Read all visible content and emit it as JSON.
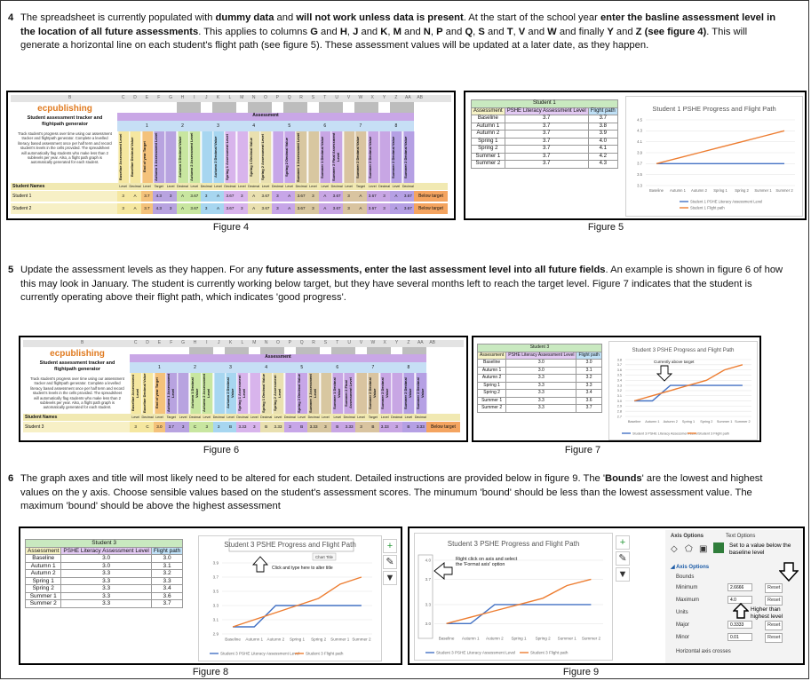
{
  "steps": [
    {
      "num": "4",
      "parts": [
        {
          "t": "The spreadsheet is currently populated with ",
          "b": false
        },
        {
          "t": "dummy data",
          "b": true
        },
        {
          "t": " and ",
          "b": false
        },
        {
          "t": "will not work unless data is present",
          "b": true
        },
        {
          "t": ". At the start of the school year ",
          "b": false
        },
        {
          "t": "enter the basline assessment level in the location of all future assessments",
          "b": true
        },
        {
          "t": ". This applies to columns ",
          "b": false
        },
        {
          "t": "G",
          "b": true
        },
        {
          "t": " and ",
          "b": false
        },
        {
          "t": "H",
          "b": true
        },
        {
          "t": ", ",
          "b": false
        },
        {
          "t": "J",
          "b": true
        },
        {
          "t": " and ",
          "b": false
        },
        {
          "t": "K",
          "b": true
        },
        {
          "t": ", ",
          "b": false
        },
        {
          "t": "M",
          "b": true
        },
        {
          "t": " and ",
          "b": false
        },
        {
          "t": "N",
          "b": true
        },
        {
          "t": ", ",
          "b": false
        },
        {
          "t": "P",
          "b": true
        },
        {
          "t": " and ",
          "b": false
        },
        {
          "t": "Q",
          "b": true
        },
        {
          "t": ", ",
          "b": false
        },
        {
          "t": "S",
          "b": true
        },
        {
          "t": " and ",
          "b": false
        },
        {
          "t": "T",
          "b": true
        },
        {
          "t": ", ",
          "b": false
        },
        {
          "t": "V",
          "b": true
        },
        {
          "t": " and ",
          "b": false
        },
        {
          "t": "W",
          "b": true
        },
        {
          "t": " and finally ",
          "b": false
        },
        {
          "t": "Y",
          "b": true
        },
        {
          "t": " and ",
          "b": false
        },
        {
          "t": "Z",
          "b": true
        },
        {
          "t": " ",
          "b": false
        },
        {
          "t": "(see figure 4)",
          "b": true
        },
        {
          "t": ". This will generate a horizontal line on each student's flight path (see figure 5). These assessment values will be updated at a later date, as they happen.",
          "b": false
        }
      ]
    },
    {
      "num": "5",
      "parts": [
        {
          "t": "Update the assessment levels as they happen. For any ",
          "b": false
        },
        {
          "t": "future assessments, enter the last assessment level into all future fields",
          "b": true
        },
        {
          "t": ". An example is shown in figure 6 of how this may look in January. The student is currently working below target, but they have several months left to reach the target level. Figure 7 indicates that the student is currently operating above their flight path, which indicates 'good progress'.",
          "b": false
        }
      ]
    },
    {
      "num": "6",
      "parts": [
        {
          "t": "The graph axes and title will most likely need to be altered for each student. Detailed instructions are provided below in figure 9. The '",
          "b": false
        },
        {
          "t": "Bounds",
          "b": true
        },
        {
          "t": "'  are the lowest and highest values on the y axis. Choose sensible values based on the student's assessment scores. The minumum 'bound' should be less than the lowest assessment value. The maximum 'bound' should be above the highest assessment",
          "b": false
        }
      ]
    }
  ],
  "captions": {
    "f4": "Figure 4",
    "f5": "Figure 5",
    "f6": "Figure 6",
    "f7": "Figure 7",
    "f8": "Figure 8",
    "f9": "Figure 9"
  },
  "sheet": {
    "col_letters": [
      "B",
      "C",
      "D",
      "E",
      "F",
      "G",
      "H",
      "I",
      "J",
      "K",
      "L",
      "M",
      "N",
      "O",
      "P",
      "Q",
      "R",
      "S",
      "T",
      "U",
      "V",
      "W",
      "X",
      "Y",
      "Z",
      "AA",
      "AB"
    ],
    "brand_a": "ec",
    "brand_b": "publishing",
    "tagline": "Student assessment tracker and flightpath generator",
    "description": "Track student's progress over time using our assessment tracker and flightpath generator. Complete a levelled literacy based assessment once per half term and record student's levels in the cells provided. The spreadsheet will automatically flag students who make less than 2 sublevels per year. Also, a flight path graph is automatically generated for each student.",
    "assessment_label": "Assessment",
    "numbers": [
      "1",
      "2",
      "3",
      "4",
      "5",
      "6",
      "7",
      "8"
    ],
    "vheaders": [
      "Baseline Assessment Level",
      "Baseline Decimal Value",
      "End of year Target",
      "Autumn 1 Assessment Level",
      "Autumn 1 Decimal Value",
      "Autumn 2 Assessment Level",
      "Autumn 2 Decimal Value",
      "Spring 1 Assessment Level",
      "Spring 1 Decimal Value",
      "Spring 2 Assessment Level",
      "Spring 2 Decimal Value",
      "Summer 1 Assessment Level",
      "Summer 1 Decimal Value",
      "Summer 2 Final Assessment Level",
      "Summer 2 Decimal Value"
    ],
    "sub_labels": [
      "Level",
      "Decimal",
      "Level",
      "Target",
      "Level",
      "Decimal",
      "Level",
      "Decimal",
      "Level",
      "Decimal",
      "Level",
      "Decimal",
      "Level",
      "Decimal",
      "Level",
      "Decimal",
      "Level"
    ],
    "student_names": "Student Names",
    "fig4_rows": [
      {
        "name": "Student 1",
        "cells": [
          "3",
          "A",
          "3.7",
          "4.3",
          "3",
          "A",
          "3.67",
          "3",
          "A",
          "3.67",
          "3",
          "A",
          "3.67",
          "3",
          "A",
          "3.67",
          "3",
          "A",
          "3.67",
          "3",
          "A",
          "3.67",
          "3",
          "A",
          "3.67"
        ],
        "status": "Below target"
      },
      {
        "name": "Student 2",
        "cells": [
          "3",
          "A",
          "3.7",
          "4.3",
          "3",
          "A",
          "3.67",
          "3",
          "A",
          "3.67",
          "3",
          "A",
          "3.67",
          "3",
          "A",
          "3.67",
          "3",
          "A",
          "3.67",
          "3",
          "A",
          "3.67",
          "3",
          "A",
          "3.67"
        ],
        "status": "Below target"
      }
    ],
    "fig6_rows": [
      {
        "name": "Student 3",
        "cells": [
          "3",
          "C",
          "3.0",
          "3.7",
          "3",
          "C",
          "3",
          "3",
          "B",
          "3.33",
          "3",
          "B",
          "3.33",
          "3",
          "B",
          "3.33",
          "3",
          "B",
          "3.33",
          "3",
          "B",
          "3.33",
          "3",
          "B",
          "3.33"
        ],
        "status": "Below target"
      }
    ]
  },
  "fig5": {
    "table_title": "Student 1",
    "headers": [
      "Assessment",
      "PSHE Literacy Assessment Level",
      "Flight path"
    ],
    "rows": [
      [
        "Baseline",
        "3.7",
        "3.7"
      ],
      [
        "Autumn 1",
        "3.7",
        "3.8"
      ],
      [
        "Autumn 2",
        "3.7",
        "3.9"
      ],
      [
        "Spring 1",
        "3.7",
        "4.0"
      ],
      [
        "Spring 2",
        "3.7",
        "4.1"
      ],
      [
        "Summer 1",
        "3.7",
        "4.2"
      ],
      [
        "Summer 2",
        "3.7",
        "4.3"
      ]
    ],
    "chart_title": "Student 1 PSHE Progress and Flight Path",
    "legend": [
      "Student 1 PSHE Literacy Assessment Level",
      "Student 1 Flight path"
    ]
  },
  "fig7": {
    "table_title": "Student 3",
    "headers": [
      "Assessment",
      "PSHE Literacy Assessment Level",
      "Flight path"
    ],
    "rows": [
      [
        "Baseline",
        "3.0",
        "3.0"
      ],
      [
        "Autumn 1",
        "3.0",
        "3.1"
      ],
      [
        "Autumn 2",
        "3.3",
        "3.2"
      ],
      [
        "Spring 1",
        "3.3",
        "3.3"
      ],
      [
        "Spring 2",
        "3.3",
        "3.4"
      ],
      [
        "Summer 1",
        "3.3",
        "3.6"
      ],
      [
        "Summer 2",
        "3.3",
        "3.7"
      ]
    ],
    "chart_title": "Student 3 PSHE Progress and Flight Path",
    "annotation": "Currently above target",
    "legend": [
      "Student 3 PSHE Literacy Assessment Level",
      "Student 3 Flight path"
    ]
  },
  "fig8": {
    "table_title": "Student 3",
    "headers": [
      "Assessment",
      "PSHE Literacy Assessment Level",
      "Flight path"
    ],
    "rows": [
      [
        "Baseline",
        "3.0",
        "3.0"
      ],
      [
        "Autumn 1",
        "3.0",
        "3.1"
      ],
      [
        "Autumn 2",
        "3.3",
        "3.2"
      ],
      [
        "Spring 1",
        "3.3",
        "3.3"
      ],
      [
        "Spring 2",
        "3.3",
        "3.4"
      ],
      [
        "Summer 1",
        "3.3",
        "3.6"
      ],
      [
        "Summer 2",
        "3.3",
        "3.7"
      ]
    ],
    "chart_title": "Student 3 PSHE Progress and Flight Path",
    "chart_title_tooltip": "Chart Title",
    "annotation": "Click and type here to alter title",
    "legend": [
      "Student 3 PSHE Literacy Assessment Level",
      "Student 3 Flight path"
    ]
  },
  "fig9": {
    "chart_title": "Student 3 PSHE Progress and Flight Path",
    "annotation": "Right click on axis and select the 'Format axis' option",
    "legend": [
      "Student 3 PSHE Literacy Assessment Level",
      "Student 3 Flight path"
    ],
    "panel": {
      "tab1": "Axis Options",
      "tab2": "Text Options",
      "section": "Axis Options",
      "bounds": "Bounds",
      "minimum_label": "Minimum",
      "minimum_value": "2.6666",
      "maximum_label": "Maximum",
      "maximum_value": "4.0",
      "reset": "Reset",
      "units": "Units",
      "major_label": "Major",
      "major_value": "0.3333",
      "minor_label": "Minor",
      "minor_value": "0.01",
      "crosses": "Horizontal axis crosses",
      "note_min": "Set to a value below the baseline level",
      "note_max": "Higher than highest level"
    }
  },
  "chart_data": [
    {
      "type": "line",
      "title": "Student 1 PSHE Progress and Flight Path",
      "categories": [
        "Baseline",
        "Autumn 1",
        "Autumn 2",
        "Spring 1",
        "Spring 2",
        "Summer 1",
        "Summer 2"
      ],
      "series": [
        {
          "name": "Student 1 PSHE Literacy Assessment Level",
          "values": [
            3.7,
            3.7,
            3.7,
            3.7,
            3.7,
            3.7,
            3.7
          ]
        },
        {
          "name": "Student 1 Flight path",
          "values": [
            3.7,
            3.8,
            3.9,
            4.0,
            4.1,
            4.2,
            4.3
          ]
        }
      ],
      "yticks": [
        "3.3",
        "3.5",
        "3.7",
        "3.9",
        "4.1",
        "4.3",
        "4.5"
      ],
      "ylim": [
        3.3,
        4.5
      ],
      "colors": [
        "#4472c4",
        "#ed7d31"
      ]
    },
    {
      "type": "line",
      "title": "Student 3 PSHE Progress and Flight Path",
      "categories": [
        "Baseline",
        "Autumn 1",
        "Autumn 2",
        "Spring 1",
        "Spring 2",
        "Summer 1",
        "Summer 2"
      ],
      "series": [
        {
          "name": "Student 3 PSHE Literacy Assessment Level",
          "values": [
            3.0,
            3.0,
            3.3,
            3.3,
            3.3,
            3.3,
            3.3
          ]
        },
        {
          "name": "Student 3 Flight path",
          "values": [
            3.0,
            3.1,
            3.2,
            3.3,
            3.4,
            3.6,
            3.7
          ]
        }
      ],
      "yticks": [
        "2.7",
        "2.8",
        "2.9",
        "3.0",
        "3.1",
        "3.2",
        "3.3",
        "3.4",
        "3.5",
        "3.6",
        "3.7",
        "3.8"
      ],
      "ylim": [
        2.7,
        3.8
      ],
      "colors": [
        "#4472c4",
        "#ed7d31"
      ]
    },
    {
      "type": "line",
      "title": "Student 3 PSHE Progress and Flight Path",
      "categories": [
        "Baseline",
        "Autumn 1",
        "Autumn 2",
        "Spring 1",
        "Spring 2",
        "Summer 1",
        "Summer 2"
      ],
      "series": [
        {
          "name": "Student 3 PSHE Literacy Assessment Level",
          "values": [
            3.0,
            3.0,
            3.3,
            3.3,
            3.3,
            3.3,
            3.3
          ]
        },
        {
          "name": "Student 3 Flight path",
          "values": [
            3.0,
            3.1,
            3.2,
            3.3,
            3.4,
            3.6,
            3.7
          ]
        }
      ],
      "yticks": [
        "2.9",
        "3.1",
        "3.3",
        "3.5",
        "3.7",
        "3.9"
      ],
      "ylim": [
        2.9,
        3.9
      ],
      "colors": [
        "#4472c4",
        "#ed7d31"
      ]
    },
    {
      "type": "line",
      "title": "Student 3 PSHE Progress and Flight Path",
      "categories": [
        "Baseline",
        "Autumn 1",
        "Autumn 2",
        "Spring 1",
        "Spring 2",
        "Summer 1",
        "Summer 2"
      ],
      "series": [
        {
          "name": "Student 3 PSHE Literacy Assessment Level",
          "values": [
            3.0,
            3.0,
            3.3,
            3.3,
            3.3,
            3.3,
            3.3
          ]
        },
        {
          "name": "Student 3 Flight path",
          "values": [
            3.0,
            3.1,
            3.2,
            3.3,
            3.4,
            3.6,
            3.7
          ]
        }
      ],
      "yticks": [
        "3.0",
        "3.3",
        "3.7",
        "4.0"
      ],
      "ylim": [
        2.85,
        4.0
      ],
      "colors": [
        "#4472c4",
        "#ed7d31"
      ]
    }
  ]
}
